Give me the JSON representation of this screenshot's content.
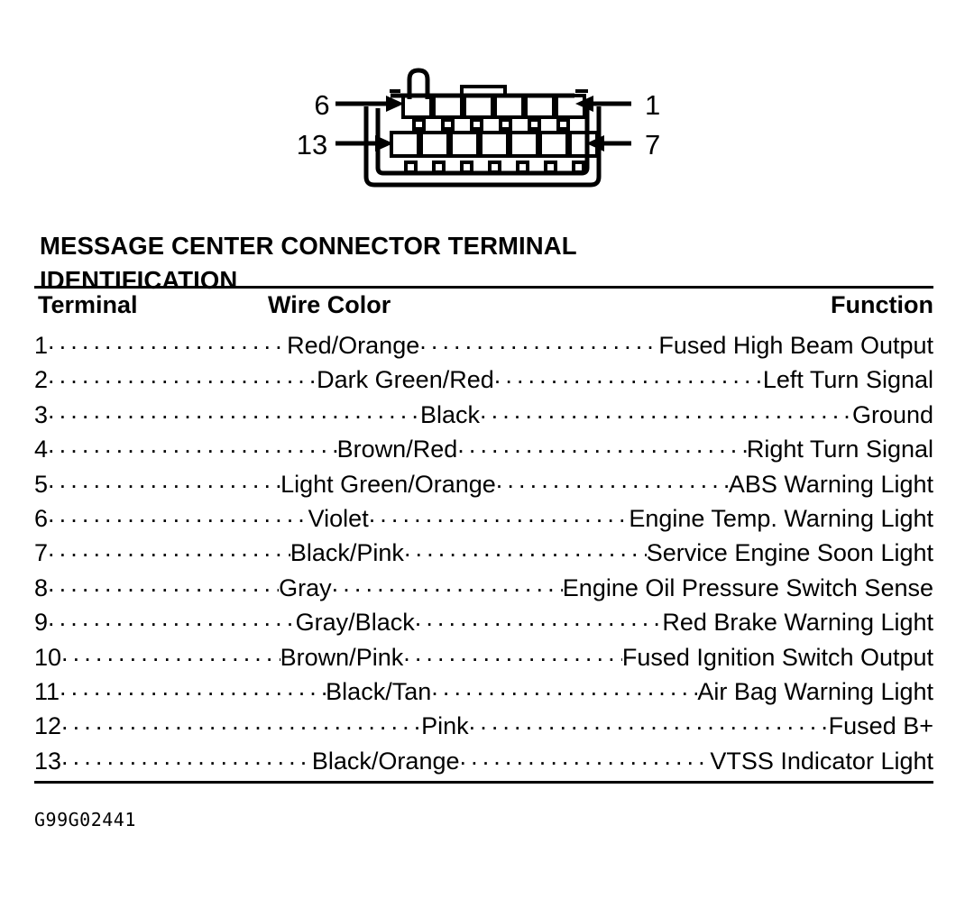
{
  "figure": {
    "name": "message-center-connector-pinout",
    "labels": {
      "top_left": "6",
      "top_right": "1",
      "bottom_left": "13",
      "bottom_right": "7"
    },
    "top_row_cavities": 6,
    "bottom_row_cavities": 7
  },
  "title": {
    "line1": "MESSAGE CENTER CONNECTOR TERMINAL",
    "line2": "IDENTIFICATION"
  },
  "table": {
    "headers": {
      "terminal": "Terminal",
      "wire_color": "Wire Color",
      "function": "Function"
    },
    "rows": [
      {
        "terminal": "1",
        "wire_color": "Red/Orange",
        "function": "Fused High Beam Output"
      },
      {
        "terminal": "2",
        "wire_color": "Dark Green/Red",
        "function": "Left Turn Signal"
      },
      {
        "terminal": "3",
        "wire_color": "Black",
        "function": "Ground"
      },
      {
        "terminal": "4",
        "wire_color": "Brown/Red",
        "function": "Right Turn Signal"
      },
      {
        "terminal": "5",
        "wire_color": "Light Green/Orange",
        "function": "ABS Warning Light"
      },
      {
        "terminal": "6",
        "wire_color": "Violet",
        "function": "Engine Temp. Warning Light"
      },
      {
        "terminal": "7",
        "wire_color": "Black/Pink",
        "function": "Service Engine Soon Light"
      },
      {
        "terminal": "8",
        "wire_color": "Gray",
        "function": "Engine Oil Pressure Switch Sense"
      },
      {
        "terminal": "9",
        "wire_color": "Gray/Black",
        "function": "Red Brake Warning Light"
      },
      {
        "terminal": "10",
        "wire_color": "Brown/Pink",
        "function": "Fused Ignition Switch Output"
      },
      {
        "terminal": "11",
        "wire_color": "Black/Tan",
        "function": "Air Bag Warning Light"
      },
      {
        "terminal": "12",
        "wire_color": "Pink",
        "function": "Fused B+"
      },
      {
        "terminal": "13",
        "wire_color": "Black/Orange",
        "function": "VTSS Indicator Light"
      }
    ]
  },
  "footer": {
    "figure_code": "G99G02441"
  },
  "colors": {
    "ink": "#000000",
    "paper": "#ffffff"
  }
}
